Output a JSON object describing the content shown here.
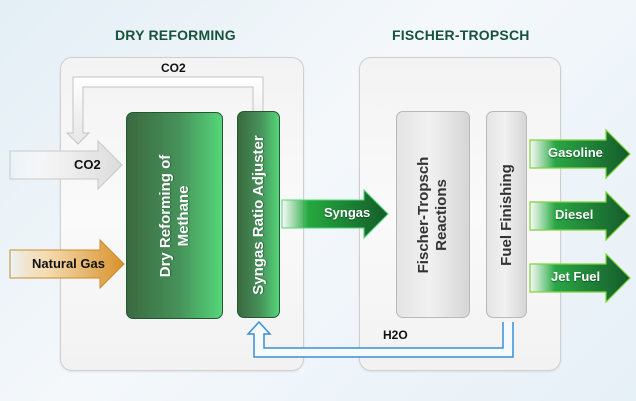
{
  "sections": {
    "dry_reforming": {
      "title": "DRY REFORMING",
      "process_boxes": [
        {
          "label_line1": "Dry Reforming of",
          "label_line2": "Methane"
        },
        {
          "label_line1": "Syngas Ratio Adjuster"
        }
      ],
      "recycle_loop_label": "CO2"
    },
    "fischer_tropsch": {
      "title": "FISCHER-TROPSCH",
      "process_boxes": [
        {
          "label_line1": "Fischer-Tropsch",
          "label_line2": "Reactions"
        },
        {
          "label_line1": "Fuel Finishing"
        }
      ],
      "return_loop_label": "H2O"
    }
  },
  "inputs": [
    {
      "label": "CO2",
      "color": "#e0e0e0"
    },
    {
      "label": "Natural Gas",
      "color": "#d9922c"
    }
  ],
  "intermediate": {
    "label": "Syngas",
    "color": "#23a33c"
  },
  "outputs": [
    {
      "label": "Gasoline"
    },
    {
      "label": "Diesel"
    },
    {
      "label": "Jet Fuel"
    }
  ],
  "colors": {
    "heading": "#17533a",
    "process_green": "#46925a",
    "output_green": "#1f8a35",
    "water_loop": "#3a8fd6",
    "co2_loop": "#d8d8d8"
  }
}
